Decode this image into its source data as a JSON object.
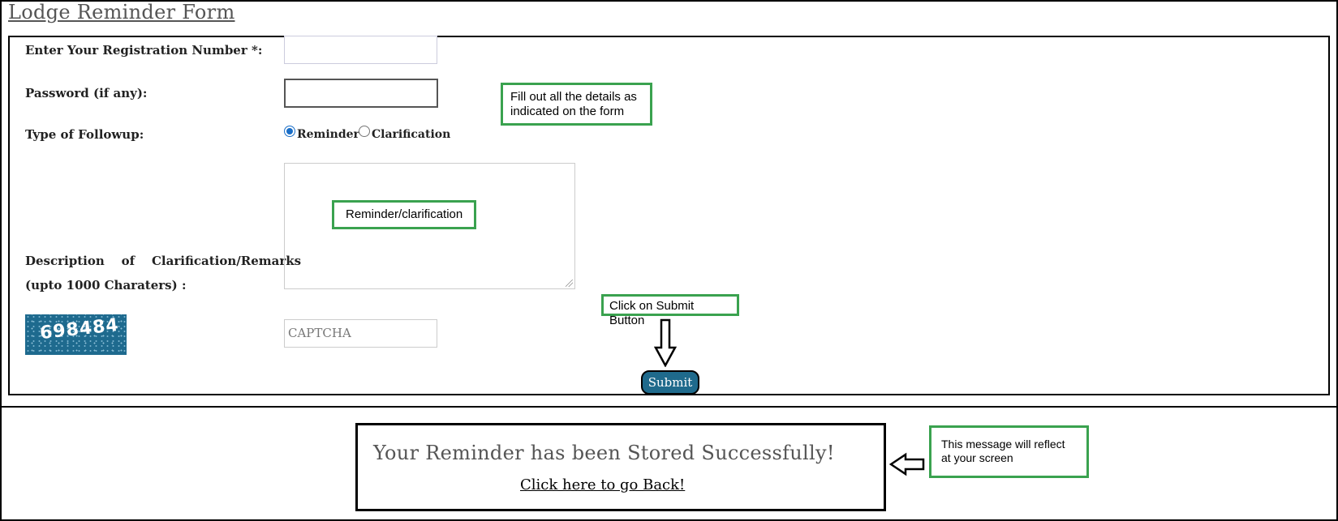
{
  "form": {
    "title": "Lodge Reminder Form",
    "registration_label": "Enter Your Registration Number *:",
    "registration_value": "",
    "password_label": "Password (if any):",
    "password_value": "",
    "followup_label": "Type of Followup:",
    "followup_options": [
      {
        "label": "Reminder",
        "selected": true
      },
      {
        "label": "Clarification",
        "selected": false
      }
    ],
    "description_label_line1": "Description    of    Clarification/Remarks",
    "description_label_line2": "(upto 1000 Charaters) :",
    "description_value": "",
    "captcha_image_text": "698484",
    "captcha_placeholder": "CAPTCHA",
    "submit_label": "Submit"
  },
  "annotations": {
    "fill_details": "Fill out all the details as indicated on the form",
    "reminder_field": "Reminder/clarification",
    "click_submit": "Click on Submit Button",
    "message_reflect": "This message will reflect at your screen"
  },
  "result": {
    "success_message": "Your Reminder has been Stored Successfully!",
    "back_link": "Click here to go Back!"
  },
  "colors": {
    "annotation_border": "#3aa24f",
    "submit_bg": "#1f6a8c",
    "captcha_bg": "#1e6a8e",
    "radio_accent": "#1a6ec7"
  }
}
